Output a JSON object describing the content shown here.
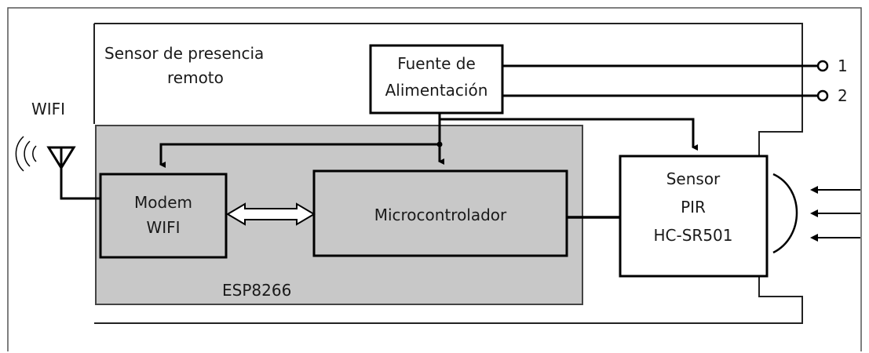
{
  "diagram": {
    "enclosure_title_line1": "Sensor de presencia",
    "enclosure_title_line2": "remoto",
    "wifi_label": "WIFI",
    "power_supply": {
      "line1": "Fuente de",
      "line2": "Alimentación"
    },
    "terminal_1": "1",
    "terminal_2": "2",
    "module_name": "ESP8266",
    "modem": {
      "line1": "Modem",
      "line2": "WIFI"
    },
    "microcontroller": "Microcontrolador",
    "pir_sensor": {
      "line1": "Sensor",
      "line2": "PIR",
      "line3": "HC-SR501"
    }
  },
  "colors": {
    "module_fill": "#c8c8c8",
    "line": "#000000",
    "text": "#1a1a1a"
  }
}
